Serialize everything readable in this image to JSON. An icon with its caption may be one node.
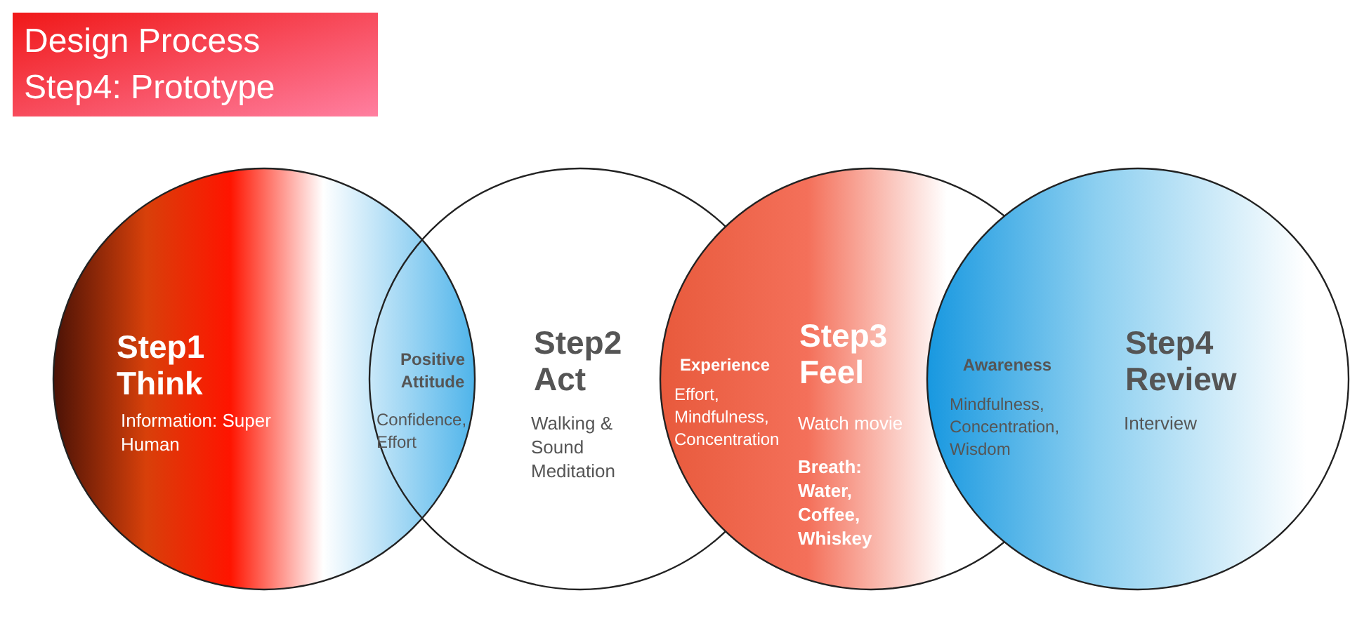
{
  "diagram": {
    "title": "Design Process Step4: Prototype",
    "nodes": [
      {
        "text": [
          "Step1 Think",
          "Information: Super Human"
        ]
      },
      {
        "text": [
          "Step2 Act",
          "Walking & Sound Meditation"
        ]
      },
      {
        "text": [
          "Step3 Feel",
          "Watch movie",
          "Breath: Water, Coffee, Whiskey"
        ]
      },
      {
        "text": [
          "Step4 Review",
          "Interview"
        ]
      }
    ],
    "labels": [
      "Positive Attitude",
      "Confidence, Effort",
      "Experience",
      "Effort, Mindfulness, Concentration",
      "Awareness",
      "Mindfulness, Concentration, Wisdom"
    ]
  }
}
